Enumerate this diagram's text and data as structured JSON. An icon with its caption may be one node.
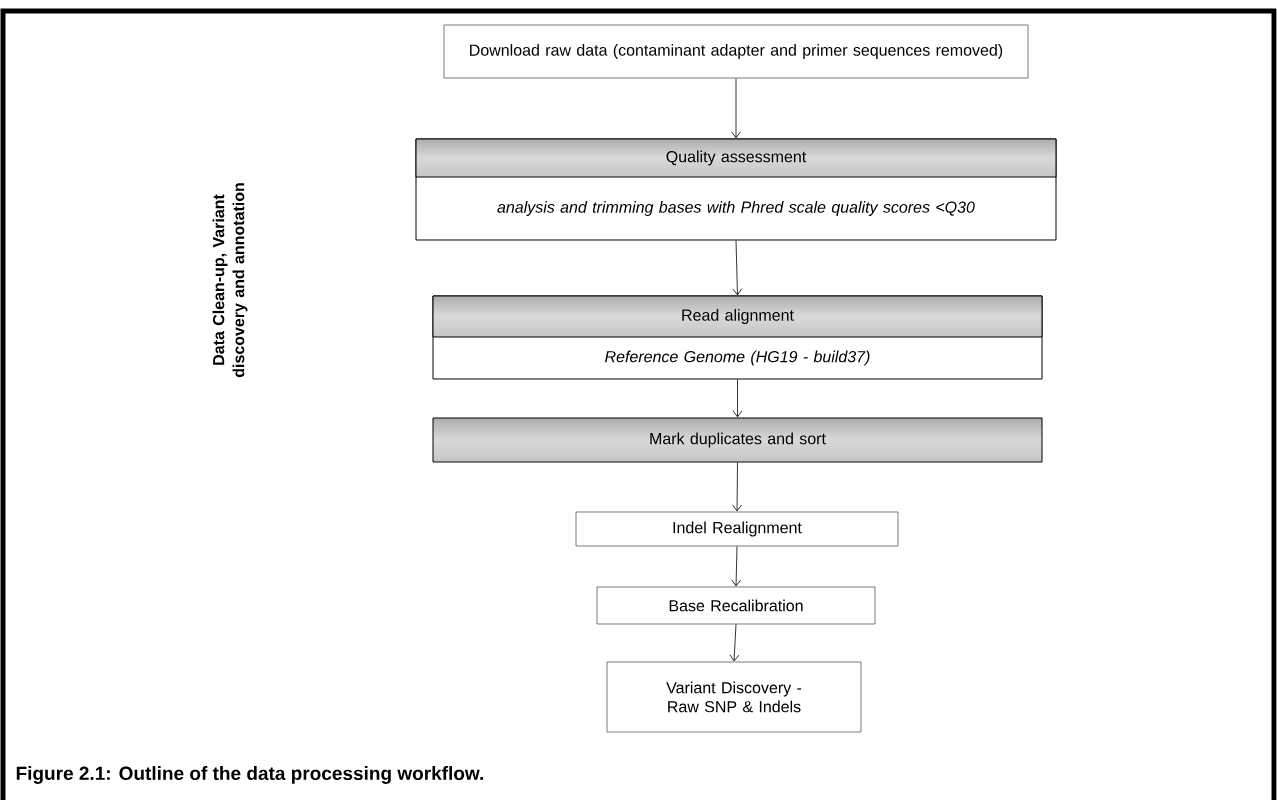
{
  "diagram": {
    "caption": "Figure 2.1: Outline of the data processing workflow.",
    "nodes": [
      {
        "text": [
          "Download raw data (contaminant adapter and primer sequences removed)"
        ]
      },
      {
        "text": [
          "Quality assessment",
          "analysis and trimming bases with Phred scale quality scores <Q30"
        ]
      },
      {
        "text": [
          "Read alignment",
          "Reference Genome (HG19 - build37)"
        ]
      },
      {
        "text": [
          "Mark duplicates and sort"
        ]
      },
      {
        "text": [
          "Indel Realignment"
        ]
      },
      {
        "text": [
          "Base Recalibration"
        ]
      },
      {
        "text": [
          "Variant Discovery - Raw SNP & Indels"
        ]
      }
    ],
    "edges": [
      {
        "from": 0,
        "to": 1,
        "arrow": "to"
      },
      {
        "from": 1,
        "to": 2,
        "arrow": "to"
      },
      {
        "from": 2,
        "to": 3,
        "arrow": "to"
      },
      {
        "from": 3,
        "to": 4,
        "arrow": "to"
      },
      {
        "from": 4,
        "to": 5,
        "arrow": "to"
      },
      {
        "from": 5,
        "to": 6,
        "arrow": "to"
      }
    ],
    "labels": [
      "Data Clean-up, Variant discovery and annotation"
    ]
  }
}
